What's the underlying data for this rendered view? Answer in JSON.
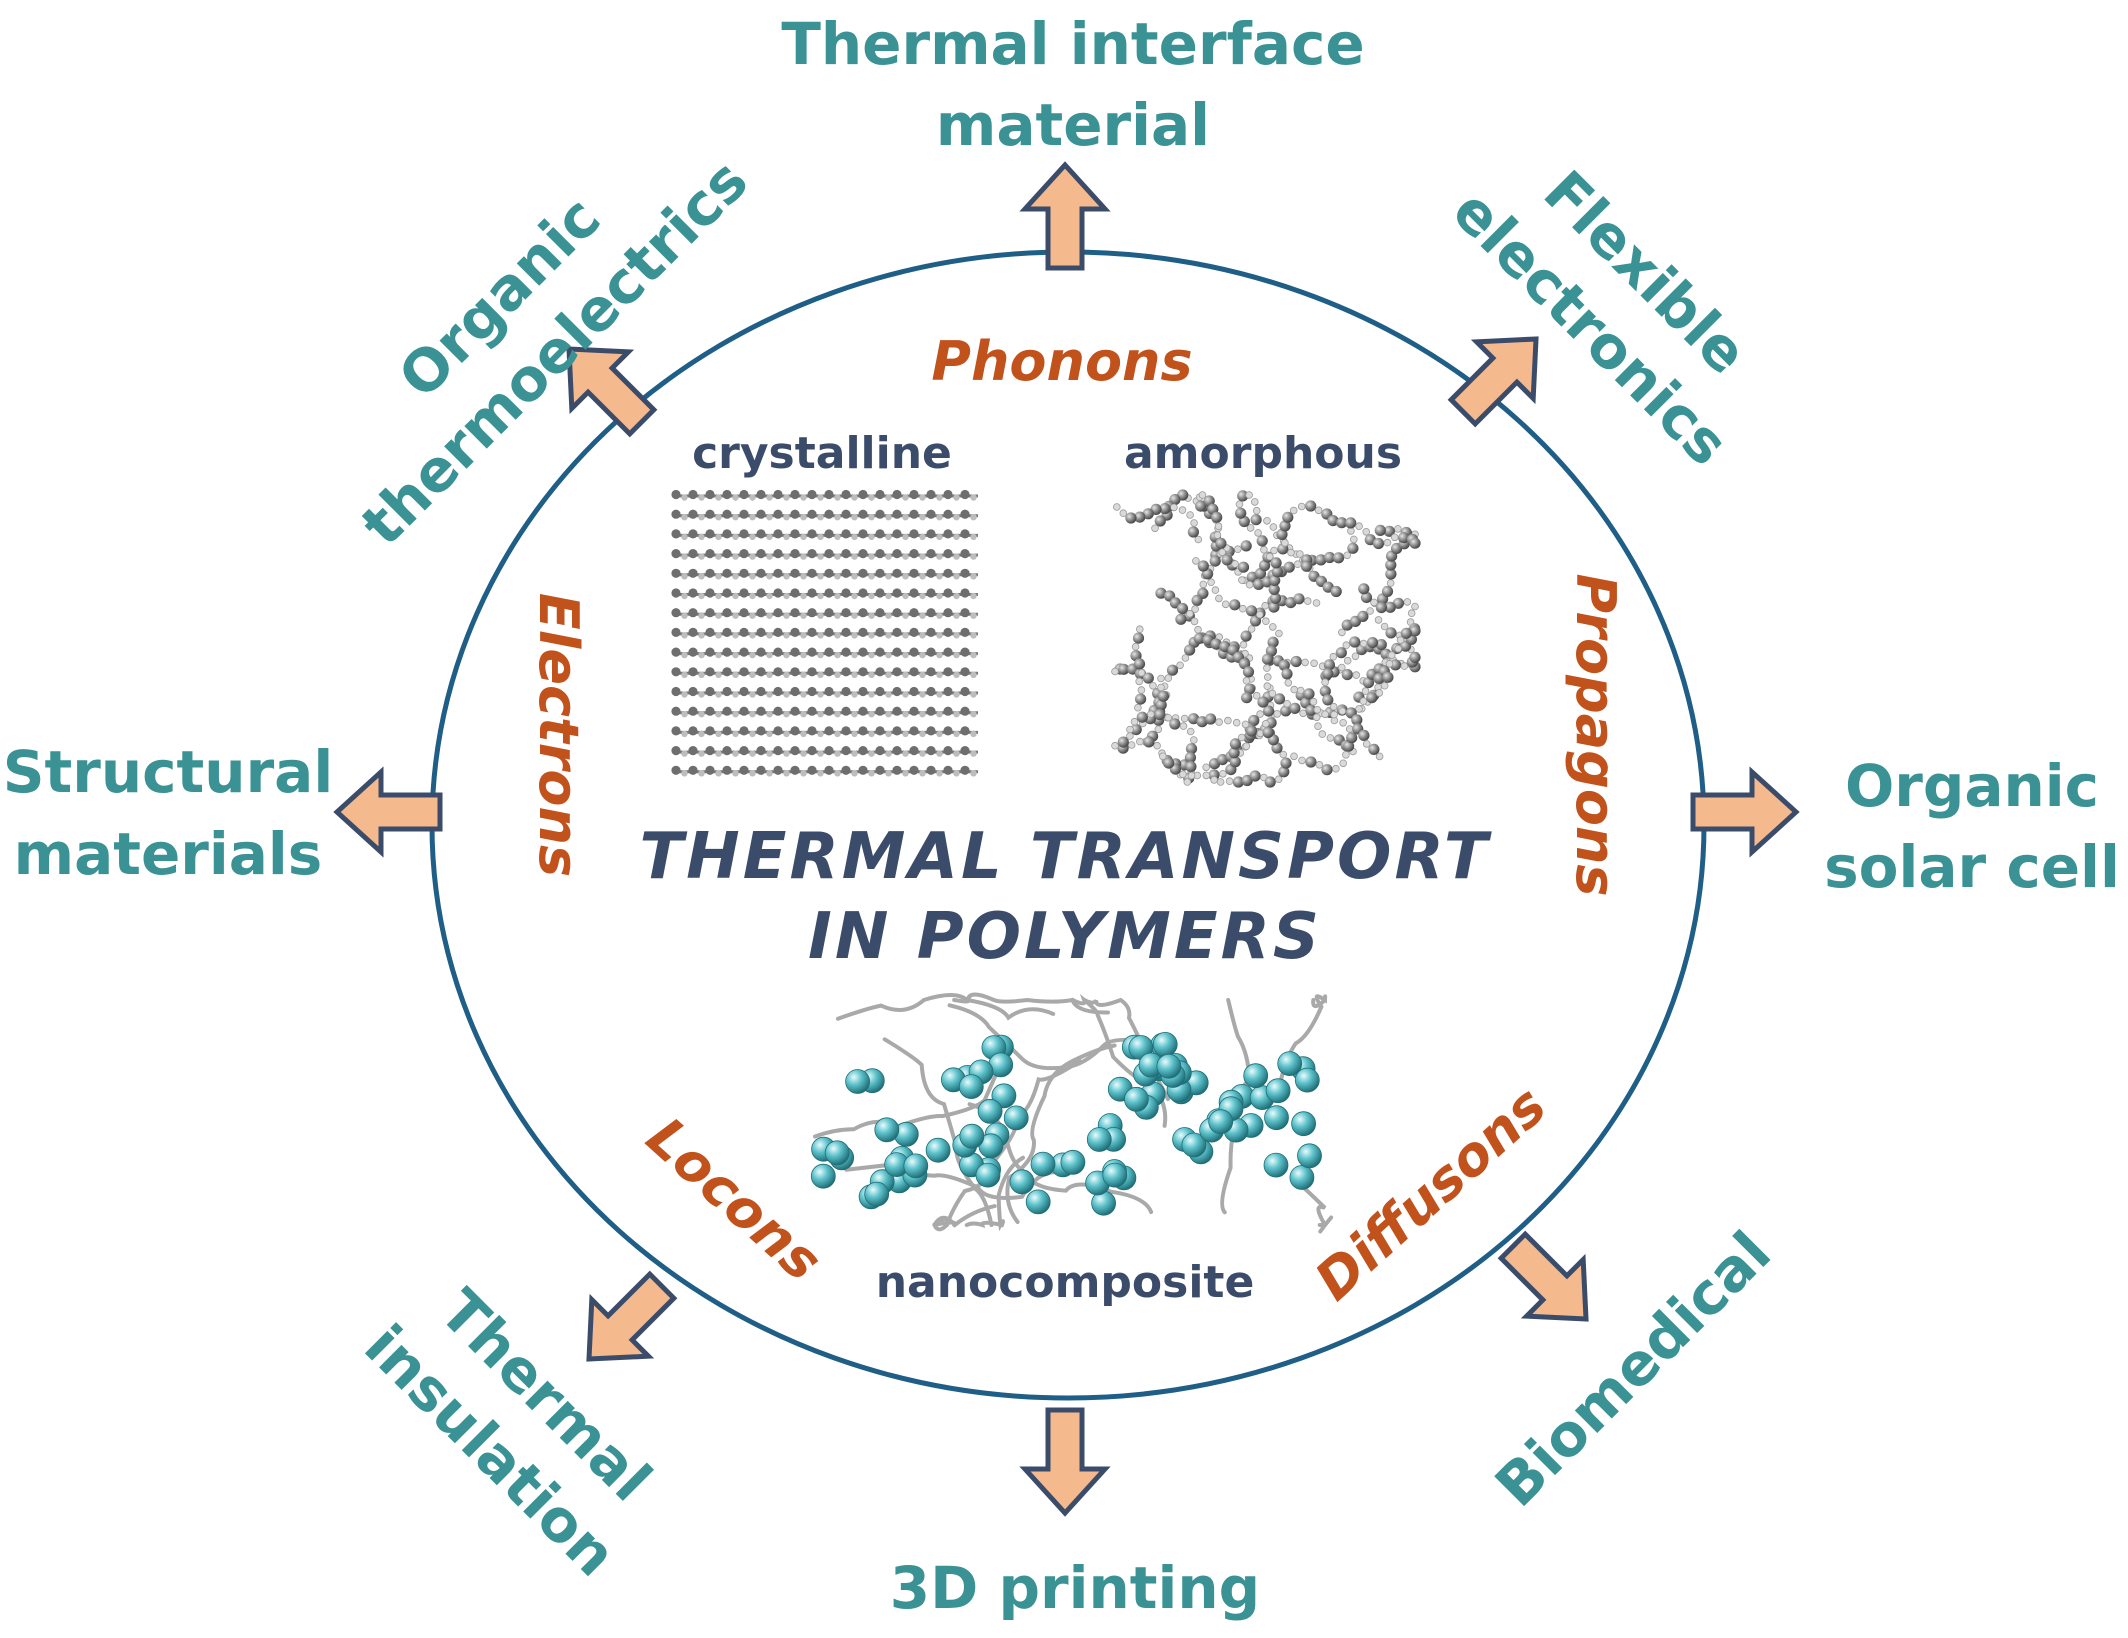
{
  "title": {
    "line1": "THERMAL TRANSPORT",
    "line2": "IN POLYMERS"
  },
  "morphologies": {
    "crystalline": "crystalline",
    "amorphous": "amorphous",
    "nanocomposite": "nanocomposite"
  },
  "carriers": {
    "phonons": "Phonons",
    "electrons": "Electrons",
    "propagons": "Propagons",
    "locons": "Locons",
    "diffusons": "Diffusons"
  },
  "applications": {
    "thermal_interface": [
      "Thermal interface",
      "material"
    ],
    "flexible_electronics": [
      "Flexible",
      "electronics"
    ],
    "organic_solar_cell": [
      "Organic",
      "solar cell"
    ],
    "biomedical": [
      "Biomedical"
    ],
    "printing_3d": [
      "3D printing"
    ],
    "thermal_insulation": [
      "Thermal",
      "insulation"
    ],
    "structural_materials": [
      "Structural",
      "materials"
    ],
    "organic_thermoelectrics": [
      "Organic",
      "thermoelectrics"
    ]
  },
  "colors": {
    "circle": "#1f5e86",
    "arrow_fill": "#f5b98e",
    "arrow_stroke": "#3b4c6b",
    "application_text": "#3a9294",
    "carrier_text": "#c1521c",
    "title_text": "#3b4c6b",
    "nanoparticle": "#5fc3cc"
  }
}
